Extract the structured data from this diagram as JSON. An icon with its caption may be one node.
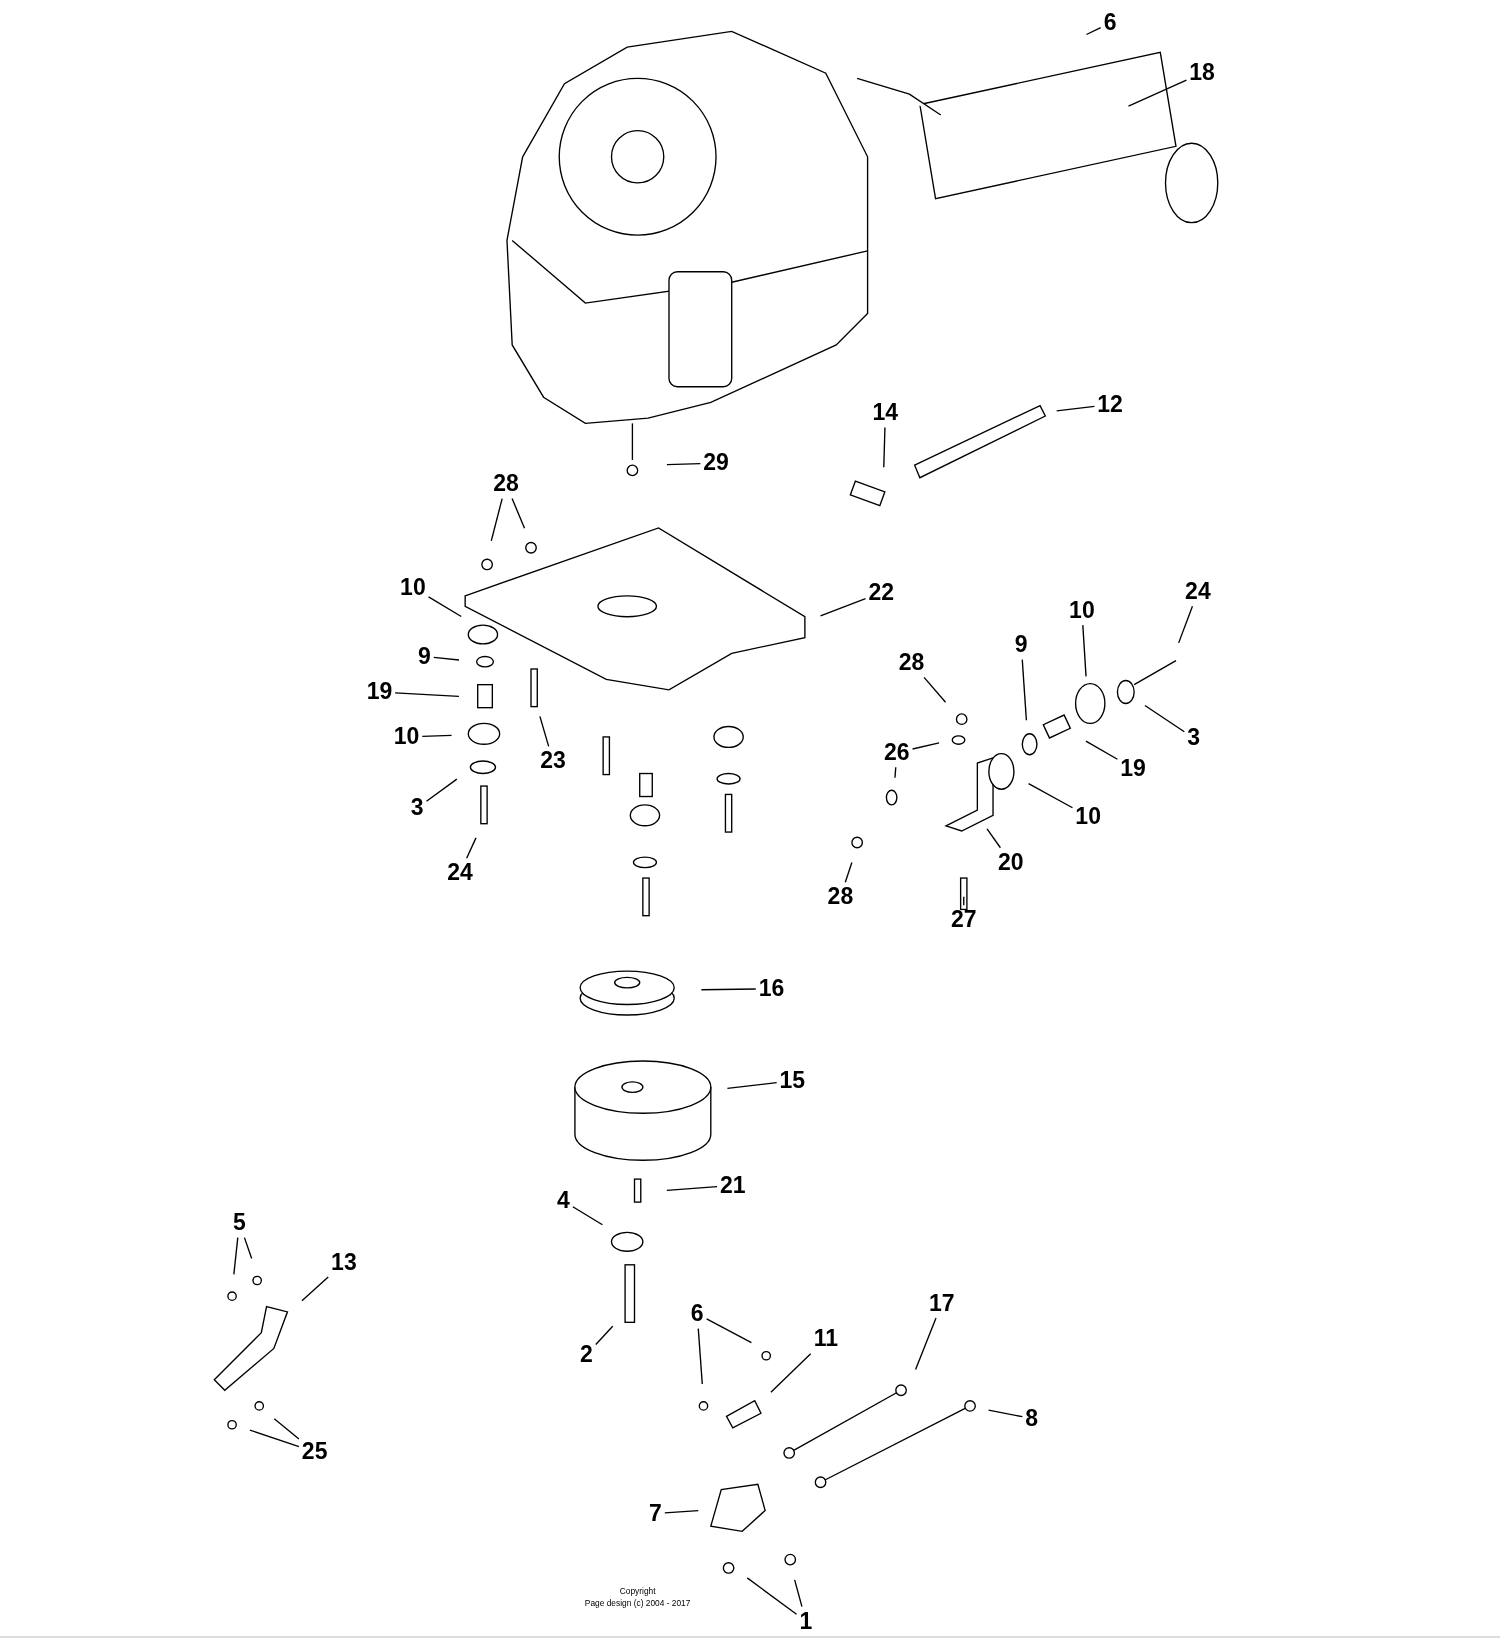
{
  "diagram": {
    "nodes": [
      {
        "text": [
          "6"
        ]
      },
      {
        "text": [
          "18"
        ]
      },
      {
        "text": [
          "12"
        ]
      },
      {
        "text": [
          "14"
        ]
      },
      {
        "text": [
          "29"
        ]
      },
      {
        "text": [
          "28"
        ]
      },
      {
        "text": [
          "22"
        ]
      },
      {
        "text": [
          "10"
        ]
      },
      {
        "text": [
          "9"
        ]
      },
      {
        "text": [
          "19"
        ]
      },
      {
        "text": [
          "10"
        ]
      },
      {
        "text": [
          "23"
        ]
      },
      {
        "text": [
          "3"
        ]
      },
      {
        "text": [
          "24"
        ]
      },
      {
        "text": [
          "28"
        ]
      },
      {
        "text": [
          "26"
        ]
      },
      {
        "text": [
          "9"
        ]
      },
      {
        "text": [
          "10"
        ]
      },
      {
        "text": [
          "24"
        ]
      },
      {
        "text": [
          "3"
        ]
      },
      {
        "text": [
          "19"
        ]
      },
      {
        "text": [
          "10"
        ]
      },
      {
        "text": [
          "20"
        ]
      },
      {
        "text": [
          "28"
        ]
      },
      {
        "text": [
          "27"
        ]
      },
      {
        "text": [
          "16"
        ]
      },
      {
        "text": [
          "15"
        ]
      },
      {
        "text": [
          "21"
        ]
      },
      {
        "text": [
          "4"
        ]
      },
      {
        "text": [
          "2"
        ]
      },
      {
        "text": [
          "5"
        ]
      },
      {
        "text": [
          "13"
        ]
      },
      {
        "text": [
          "25"
        ]
      },
      {
        "text": [
          "6"
        ]
      },
      {
        "text": [
          "11"
        ]
      },
      {
        "text": [
          "17"
        ]
      },
      {
        "text": [
          "8"
        ]
      },
      {
        "text": [
          "7"
        ]
      },
      {
        "text": [
          "1"
        ]
      }
    ],
    "edges": [
      {
        "from": 0,
        "to": null,
        "arrow": "none"
      },
      {
        "from": 1,
        "to": null,
        "arrow": "none"
      },
      {
        "from": 2,
        "to": null,
        "arrow": "none"
      },
      {
        "from": 3,
        "to": null,
        "arrow": "none"
      },
      {
        "from": 4,
        "to": null,
        "arrow": "none"
      },
      {
        "from": 5,
        "to": null,
        "arrow": "none"
      },
      {
        "from": 5,
        "to": null,
        "arrow": "none"
      },
      {
        "from": 6,
        "to": null,
        "arrow": "none"
      },
      {
        "from": 7,
        "to": null,
        "arrow": "none"
      },
      {
        "from": 8,
        "to": null,
        "arrow": "none"
      },
      {
        "from": 9,
        "to": null,
        "arrow": "none"
      },
      {
        "from": 10,
        "to": null,
        "arrow": "none"
      },
      {
        "from": 11,
        "to": null,
        "arrow": "none"
      },
      {
        "from": 12,
        "to": null,
        "arrow": "none"
      },
      {
        "from": 13,
        "to": null,
        "arrow": "none"
      },
      {
        "from": 14,
        "to": null,
        "arrow": "none"
      },
      {
        "from": 15,
        "to": null,
        "arrow": "none"
      },
      {
        "from": 15,
        "to": null,
        "arrow": "none"
      },
      {
        "from": 16,
        "to": null,
        "arrow": "none"
      },
      {
        "from": 17,
        "to": null,
        "arrow": "none"
      },
      {
        "from": 18,
        "to": null,
        "arrow": "none"
      },
      {
        "from": 19,
        "to": null,
        "arrow": "none"
      },
      {
        "from": 20,
        "to": null,
        "arrow": "none"
      },
      {
        "from": 21,
        "to": null,
        "arrow": "none"
      },
      {
        "from": 22,
        "to": null,
        "arrow": "none"
      },
      {
        "from": 23,
        "to": null,
        "arrow": "none"
      },
      {
        "from": 24,
        "to": null,
        "arrow": "none"
      },
      {
        "from": 25,
        "to": null,
        "arrow": "none"
      },
      {
        "from": 26,
        "to": null,
        "arrow": "none"
      },
      {
        "from": 27,
        "to": null,
        "arrow": "none"
      },
      {
        "from": 28,
        "to": null,
        "arrow": "none"
      },
      {
        "from": 29,
        "to": null,
        "arrow": "none"
      },
      {
        "from": 30,
        "to": null,
        "arrow": "none"
      },
      {
        "from": 30,
        "to": null,
        "arrow": "none"
      },
      {
        "from": 31,
        "to": null,
        "arrow": "none"
      },
      {
        "from": 32,
        "to": null,
        "arrow": "none"
      },
      {
        "from": 32,
        "to": null,
        "arrow": "none"
      },
      {
        "from": 33,
        "to": null,
        "arrow": "none"
      },
      {
        "from": 33,
        "to": null,
        "arrow": "none"
      },
      {
        "from": 34,
        "to": null,
        "arrow": "none"
      },
      {
        "from": 35,
        "to": null,
        "arrow": "none"
      },
      {
        "from": 36,
        "to": null,
        "arrow": "none"
      },
      {
        "from": 37,
        "to": null,
        "arrow": "none"
      },
      {
        "from": 38,
        "to": null,
        "arrow": "none"
      },
      {
        "from": 38,
        "to": null,
        "arrow": "none"
      }
    ],
    "labels": [
      "Copyright",
      "Page design (c) 2004 - 2017"
    ]
  }
}
